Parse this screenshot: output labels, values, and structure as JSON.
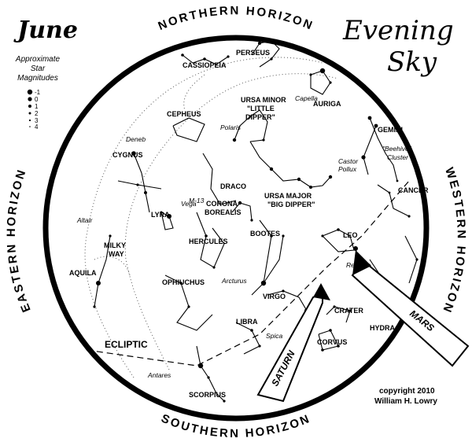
{
  "title": {
    "month": "June",
    "line1": "Evening",
    "line2": "Sky"
  },
  "legend": {
    "heading_line1": "Approximate",
    "heading_line2": "Star",
    "heading_line3": "Magnitudes",
    "magnitudes": [
      "-1",
      "0",
      "1",
      "2",
      "3",
      "4"
    ]
  },
  "horizons": {
    "north": "NORTHERN HORIZON",
    "south": "SOUTHERN HORIZON",
    "east": "EASTERN HORIZON",
    "west": "WESTERN HORIZON"
  },
  "constellations": {
    "perseus": "PERSEUS",
    "cassiopeia": "CASSIOPEIA",
    "auriga": "AURIGA",
    "cepheus": "CEPHEUS",
    "ursa_minor_1": "URSA MINOR",
    "ursa_minor_2": "\"LITTLE",
    "ursa_minor_3": "DIPPER\"",
    "gemini": "GEMINI",
    "cygnus": "CYGNUS",
    "draco": "DRACO",
    "ursa_major_1": "URSA MAJOR",
    "ursa_major_2": "\"BIG DIPPER\"",
    "beehive_1": "\"Beehive\"",
    "beehive_2": "Cluster",
    "cancer": "CANCER",
    "lyra": "LYRA",
    "m13": "M-13",
    "corona_1": "CORONA",
    "corona_2": "BOREALIS",
    "bootes": "BOOTES",
    "leo": "LEO",
    "hercules": "HERCULES",
    "milky_1": "MILKY",
    "milky_2": "WAY",
    "aquila": "AQUILA",
    "ophiuchus": "OPHIUCHUS",
    "virgo": "VIRGO",
    "crater": "CRATER",
    "hydra": "HYDRA",
    "corvus": "CORVUS",
    "libra": "LIBRA",
    "scorpius": "SCORPIUS",
    "ecliptic": "ECLIPTIC"
  },
  "stars": {
    "capella": "Capella",
    "polaris": "Polaris",
    "deneb": "Deneb",
    "castor": "Castor",
    "pollux": "Pollux",
    "vega": "Vega",
    "altair": "Altair",
    "arcturus": "Arcturus",
    "regulus": "Regulus",
    "spica": "Spica",
    "antares": "Antares"
  },
  "planets": {
    "saturn": "SATURN",
    "mars": "MARS"
  },
  "copyright": {
    "line1": "copyright 2010",
    "line2": "William H. Lowry"
  }
}
